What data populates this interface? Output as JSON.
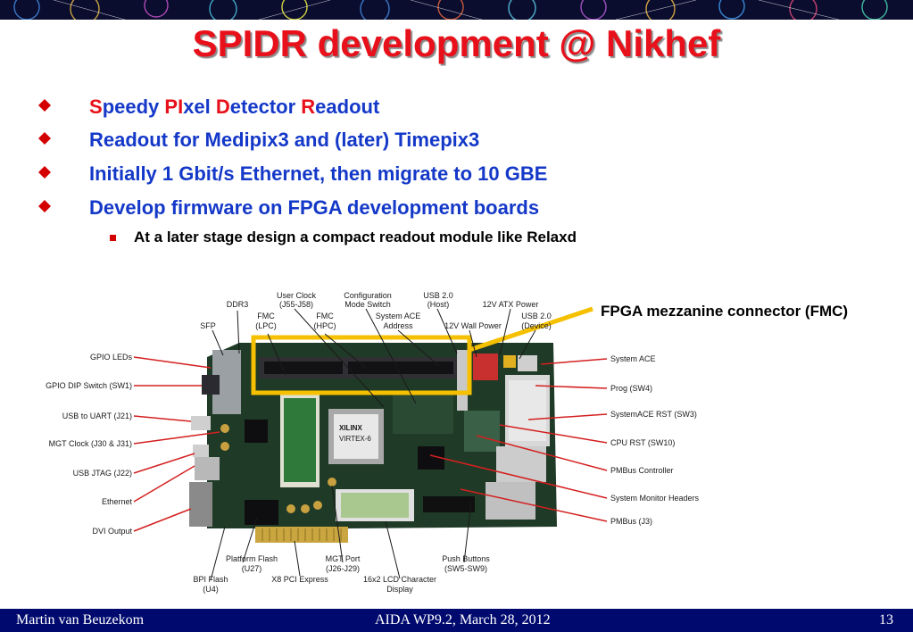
{
  "slide": {
    "title": "SPIDR development @ Nikhef",
    "bullets": [
      {
        "parts": [
          "S",
          "peedy ",
          "PI",
          "xel ",
          "D",
          "etector ",
          "R",
          "eadout"
        ]
      },
      {
        "text": "Readout for Medipix3 and (later) Timepix3"
      },
      {
        "text": "Initially 1 Gbit/s Ethernet, then migrate to 10 GBE"
      },
      {
        "text": "Develop firmware on FPGA development boards"
      }
    ],
    "sub_bullets": [
      {
        "text": "At a later stage design a compact readout module like Relaxd"
      }
    ],
    "callout": "FPGA mezzanine connector (FMC)"
  },
  "board": {
    "top_labels": {
      "user_clock": [
        "User Clock",
        "(J55-J58)"
      ],
      "config_switch": [
        "Configuration",
        "Mode Switch"
      ],
      "usb_host": [
        "USB 2.0",
        "(Host)"
      ],
      "atx_power": "12V ATX Power",
      "ddr3": "DDR3",
      "fmc_lpc": [
        "FMC",
        "(LPC)"
      ],
      "fmc_hpc": [
        "FMC",
        "(HPC)"
      ],
      "system_ace_addr": [
        "System ACE",
        "Address"
      ],
      "wall_power": "12V Wall Power",
      "usb_device": [
        "USB 2.0",
        "(Device)"
      ],
      "sfp": "SFP"
    },
    "left_labels": [
      "GPIO LEDs",
      "GPIO DIP Switch (SW1)",
      "USB to UART (J21)",
      "MGT Clock (J30 & J31)",
      "USB JTAG (J22)",
      "Ethernet",
      "DVI Output"
    ],
    "right_labels": [
      "System ACE",
      "Prog (SW4)",
      "SystemACE RST (SW3)",
      "CPU RST (SW10)",
      "PMBus Controller",
      "System Monitor Headers",
      "PMBus (J3)"
    ],
    "bottom_labels": {
      "bpi_flash": [
        "BPI Flash",
        "(U4)"
      ],
      "platform_flash": [
        "Platform Flash",
        "(U27)"
      ],
      "pci": "X8 PCI Express",
      "mgt_port": [
        "MGT Port",
        "(J26-J29)"
      ],
      "lcd": [
        "16x2 LCD Character",
        "Display"
      ],
      "push_buttons": [
        "Push Buttons",
        "(SW5-SW9)"
      ]
    },
    "chip_text": [
      "XILINX",
      "VIRTEX-6"
    ],
    "colors": {
      "pcb": "#1f3a26",
      "highlight": "#f5c000",
      "leader": "#d42020"
    }
  },
  "footer": {
    "author": "Martin van Beuzekom",
    "event": "AIDA WP9.2, March 28, 2012",
    "page": "13"
  },
  "theme": {
    "title_color": "#e8101a",
    "bullet_color": "#1438c8",
    "footer_bg": "#000a6e"
  }
}
